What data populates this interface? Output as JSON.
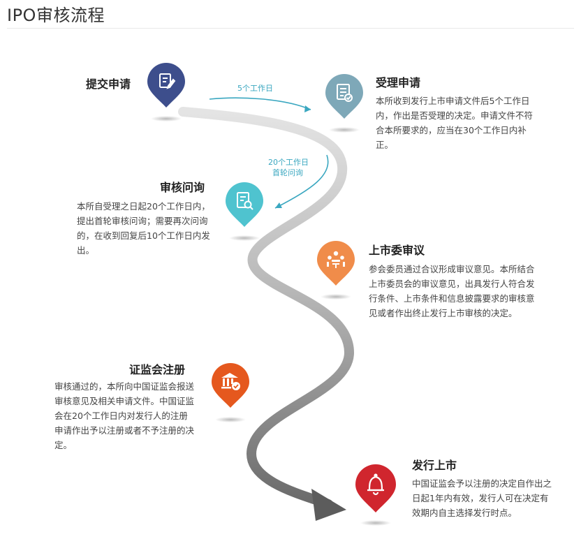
{
  "page": {
    "title": "IPO审核流程"
  },
  "arrows": {
    "first_label": "5个工作日",
    "second_label_line1": "20个工作日",
    "second_label_line2": "首轮问询"
  },
  "steps": [
    {
      "id": "submit",
      "title": "提交申请",
      "description": "",
      "color": "#3d4e8c",
      "icon": "document-edit-icon"
    },
    {
      "id": "accept",
      "title": "受理申请",
      "description": "本所收到发行上市申请文件后5个工作日内，作出是否受理的决定。申请文件不符合本所要求的，应当在30个工作日内补正。",
      "color": "#7ea8b8",
      "icon": "document-check-icon"
    },
    {
      "id": "inquiry",
      "title": "审核问询",
      "description": "本所自受理之日起20个工作日内，提出首轮审核问询；需要再次问询的，在收到回复后10个工作日内发出。",
      "color": "#4fc3cf",
      "icon": "document-search-icon"
    },
    {
      "id": "committee",
      "title": "上市委审议",
      "description": "参会委员通过合议形成审议意见。本所结合上市委员会的审议意见，出具发行人符合发行条件、上市条件和信息披露要求的审核意见或者作出终止发行上市审核的决定。",
      "color": "#f08c4a",
      "icon": "meeting-icon"
    },
    {
      "id": "csrc",
      "title": "证监会注册",
      "description": "审核通过的，本所向中国证监会报送审核意见及相关申请文件。中国证监会在20个工作日内对发行人的注册申请作出予以注册或者不予注册的决定。",
      "color": "#e5581e",
      "icon": "institution-check-icon"
    },
    {
      "id": "listing",
      "title": "发行上市",
      "description": "中国证监会予以注册的决定自作出之日起1年内有效，发行人可在决定有效期内自主选择发行时点。",
      "color": "#d0262e",
      "icon": "bell-icon"
    }
  ]
}
